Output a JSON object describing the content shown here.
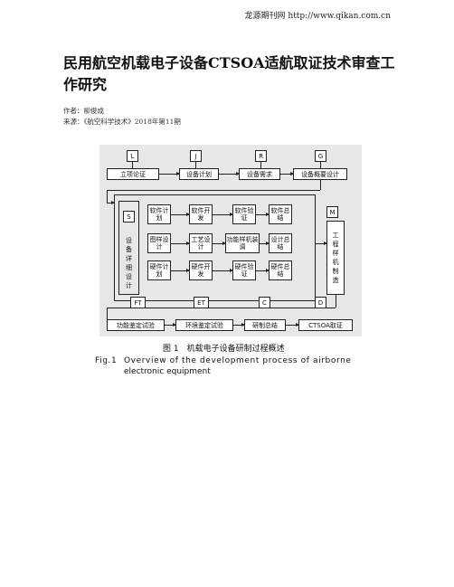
{
  "header": {
    "site": "龙源期刊网 http://www.qikan.com.cn"
  },
  "article": {
    "title": "民用航空机载电子设备CTSOA适航取证技术审查工作研究",
    "author": "作者：柳俊成",
    "source": "来源：《航空科学技术》2018年第11期"
  },
  "figure": {
    "top_codes": [
      "L",
      "J",
      "R",
      "G"
    ],
    "top_boxes": [
      "立项论证",
      "设备计划",
      "设备需求",
      "设备概要设计"
    ],
    "s_code": "S",
    "s_label": "设备详细设计",
    "grid": {
      "row1": [
        "软件计划",
        "软件开发",
        "软件验证",
        "软件总结"
      ],
      "row2": [
        "图样设计",
        "工艺设计",
        "功能样机装调",
        "设计总结"
      ],
      "row3": [
        "硬件计划",
        "硬件开发",
        "硬件验证",
        "硬件总结"
      ]
    },
    "m_code": "M",
    "m_label": "工程样机制造",
    "bottom_codes": [
      "FT",
      "ET",
      "C",
      "D"
    ],
    "bottom_boxes": [
      "功能鉴定试验",
      "环境鉴定试验",
      "研制总结",
      "CTSOA取证"
    ]
  },
  "caption": {
    "cn": "图 1　机载电子设备研制过程概述",
    "en_label": "Fig.1",
    "en_line1": "Overview of the development process of airborne",
    "en_line2": "electronic equipment"
  }
}
